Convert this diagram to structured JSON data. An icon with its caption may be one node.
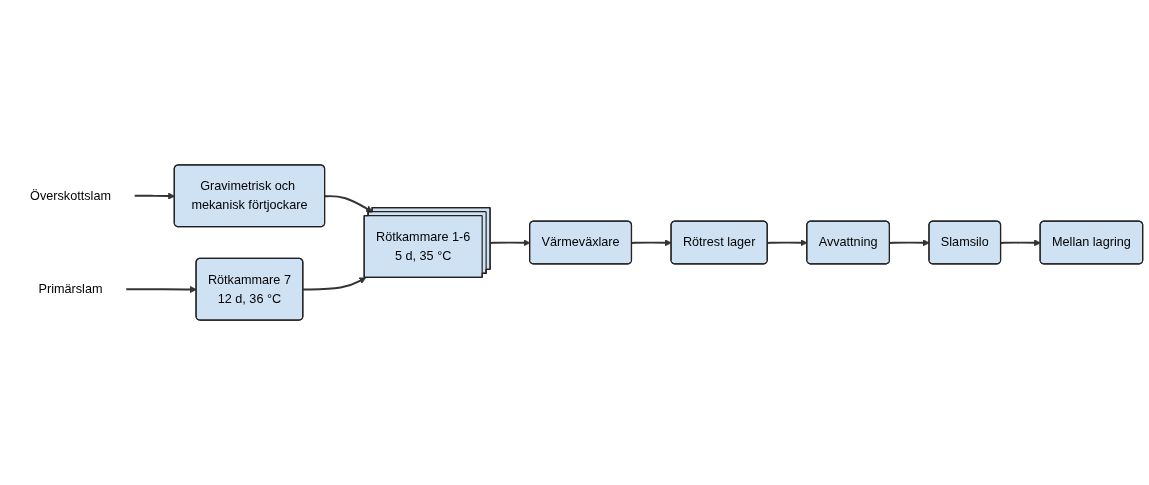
{
  "diagram": {
    "nodes": [
      {
        "text": [
          "Överskottslam"
        ]
      },
      {
        "text": [
          "Gravimetrisk och mekanisk förtjockare"
        ]
      },
      {
        "text": [
          "Primärslam"
        ]
      },
      {
        "text": [
          "Rötkammare 7",
          "12 d, 36 °C"
        ]
      },
      {
        "text": [
          "Rötkammare 1-6",
          "5 d, 35 °C"
        ]
      },
      {
        "text": [
          "Värmeväxlare"
        ]
      },
      {
        "text": [
          "Rötrest lager"
        ]
      },
      {
        "text": [
          "Avvattning"
        ]
      },
      {
        "text": [
          "Slamsilo"
        ]
      },
      {
        "text": [
          "Mellan lagring"
        ]
      }
    ],
    "edges": [
      {
        "from": 0,
        "to": 1,
        "arrow": "to"
      },
      {
        "from": 1,
        "to": 4,
        "arrow": "to"
      },
      {
        "from": 2,
        "to": 3,
        "arrow": "to"
      },
      {
        "from": 3,
        "to": 4,
        "arrow": "to"
      },
      {
        "from": 4,
        "to": 5,
        "arrow": "to"
      },
      {
        "from": 5,
        "to": 6,
        "arrow": "to"
      },
      {
        "from": 6,
        "to": 7,
        "arrow": "to"
      },
      {
        "from": 7,
        "to": 8,
        "arrow": "to"
      },
      {
        "from": 8,
        "to": 9,
        "arrow": "to"
      }
    ]
  }
}
